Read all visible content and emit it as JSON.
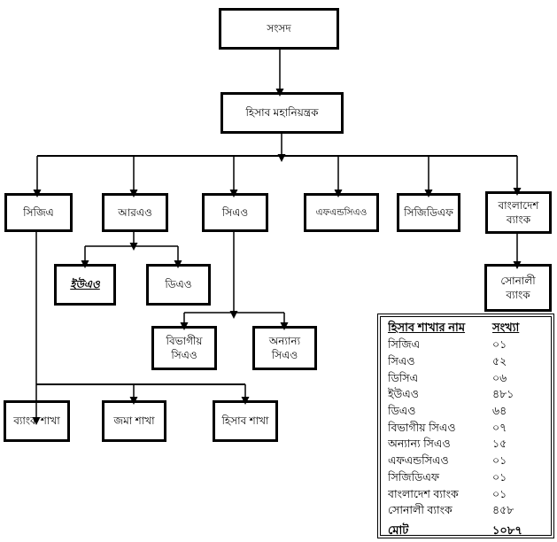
{
  "colors": {
    "line": "#000000",
    "background": "#ffffff",
    "text": "#000000"
  },
  "chart": {
    "nodes": {
      "sangsad": "সংসদ",
      "hisab_mohaniyontrok": "হিসাব মহানিয়ন্ত্রক",
      "cga": "সিজিএ",
      "rao": "আরএও",
      "cao": "সিএও",
      "fndcao": "এফএন্ডসিএও",
      "cgdf": "সিজিডিএফ",
      "bangladesh_bank": "বাংলাদেশ ব্যাংক",
      "uao": "ইউএও",
      "dao": "ডিএও",
      "bibhagiyo_cao": "বিভাগীয় সিএও",
      "onnanno_cao": "অন্যান্য সিএও",
      "sonali_bank": "সোনালী ব্যাংক",
      "bank_shakha": "ব্যাংক শাখা",
      "joma_shakha": "জমা শাখা",
      "hisab_shakha": "হিসাব শাখা"
    },
    "edges": [
      [
        "sangsad",
        "hisab_mohaniyontrok"
      ],
      [
        "hisab_mohaniyontrok",
        "cga"
      ],
      [
        "hisab_mohaniyontrok",
        "rao"
      ],
      [
        "hisab_mohaniyontrok",
        "cao"
      ],
      [
        "hisab_mohaniyontrok",
        "fndcao"
      ],
      [
        "hisab_mohaniyontrok",
        "cgdf"
      ],
      [
        "hisab_mohaniyontrok",
        "bangladesh_bank"
      ],
      [
        "rao",
        "uao"
      ],
      [
        "rao",
        "dao"
      ],
      [
        "cao",
        "bibhagiyo_cao"
      ],
      [
        "cao",
        "onnanno_cao"
      ],
      [
        "bangladesh_bank",
        "sonali_bank"
      ],
      [
        "cga",
        "bank_shakha"
      ],
      [
        "cga",
        "joma_shakha"
      ],
      [
        "cga",
        "hisab_shakha"
      ]
    ]
  },
  "table": {
    "headers": {
      "name": "হিসাব শাখার নাম",
      "count": "সংখ্যা"
    },
    "rows": [
      {
        "name": "সিজিএ",
        "count": "০১"
      },
      {
        "name": "সিএও",
        "count": "৫২"
      },
      {
        "name": "ডিসিএ",
        "count": "০৬"
      },
      {
        "name": "ইউএও",
        "count": "৪৮১"
      },
      {
        "name": "ডিএও",
        "count": "৬৪"
      },
      {
        "name": "বিভাগীয় সিএও",
        "count": "০৭"
      },
      {
        "name": "অন্যান্য সিএও",
        "count": "১৫"
      },
      {
        "name": "এফএন্ডসিএও",
        "count": "০১"
      },
      {
        "name": "সিজিডিএফ",
        "count": "০১"
      },
      {
        "name": "বাংলাদেশ ব্যাংক",
        "count": "০১"
      },
      {
        "name": "সোনালী ব্যাংক",
        "count": "৪৫৮"
      }
    ],
    "total": {
      "name": "মোট",
      "count": "১০৮৭"
    }
  }
}
